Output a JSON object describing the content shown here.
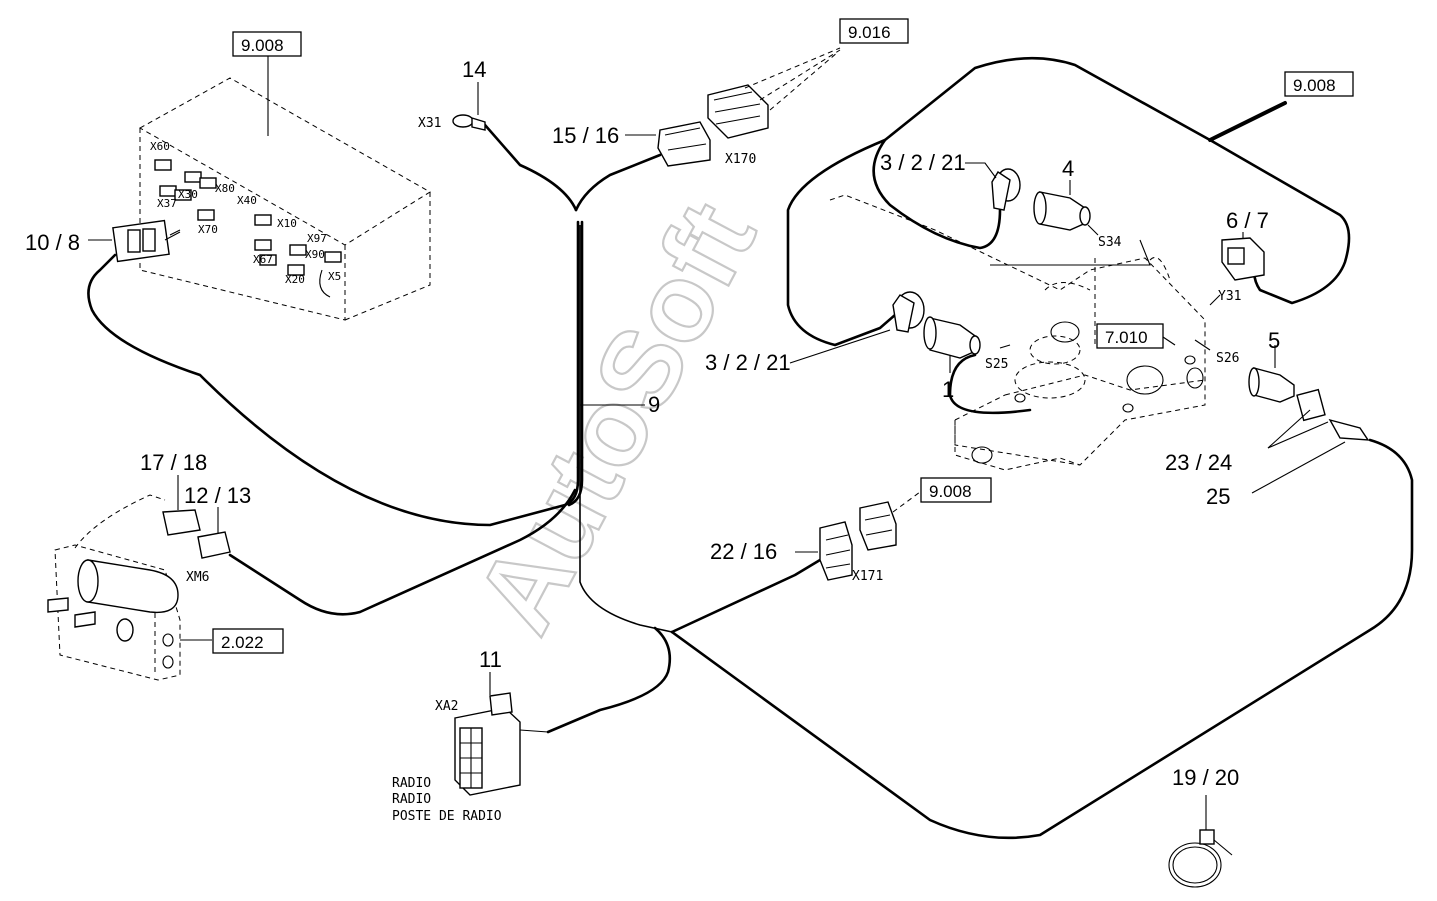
{
  "watermark": "AutoSoft",
  "callouts": {
    "c14": "14",
    "c15_16": "15 / 16",
    "c10_8": "10 / 8",
    "c3_2_21_top": "3 / 2 / 21",
    "c4": "4",
    "c6_7": "6 / 7",
    "c3_2_21_mid": "3 / 2 / 21",
    "c1": "1",
    "c5": "5",
    "c9": "9",
    "c17_18": "17 / 18",
    "c12_13": "12 / 13",
    "c22_16": "22 / 16",
    "c23_24": "23 / 24",
    "c25": "25",
    "c11": "11",
    "c19_20": "19 / 20"
  },
  "refs": {
    "r9008_a": "9.008",
    "r9016": "9.016",
    "r9008_b": "9.008",
    "r7010": "7.010",
    "r9008_c": "9.008",
    "r2022": "2.022"
  },
  "connectors": {
    "x31": "X31",
    "x170": "X170",
    "s34": "S34",
    "y31": "Y31",
    "s25": "S25",
    "s26": "S26",
    "x171": "X171",
    "xm6": "XM6",
    "xa2": "XA2"
  },
  "fusebox_labels": [
    "X60",
    "X80",
    "X40",
    "X30",
    "X10",
    "X37",
    "X70",
    "X97",
    "X90",
    "X67",
    "X20",
    "X5"
  ],
  "radio_lines": [
    "RADIO",
    "RADIO",
    "POSTE DE RADIO"
  ]
}
